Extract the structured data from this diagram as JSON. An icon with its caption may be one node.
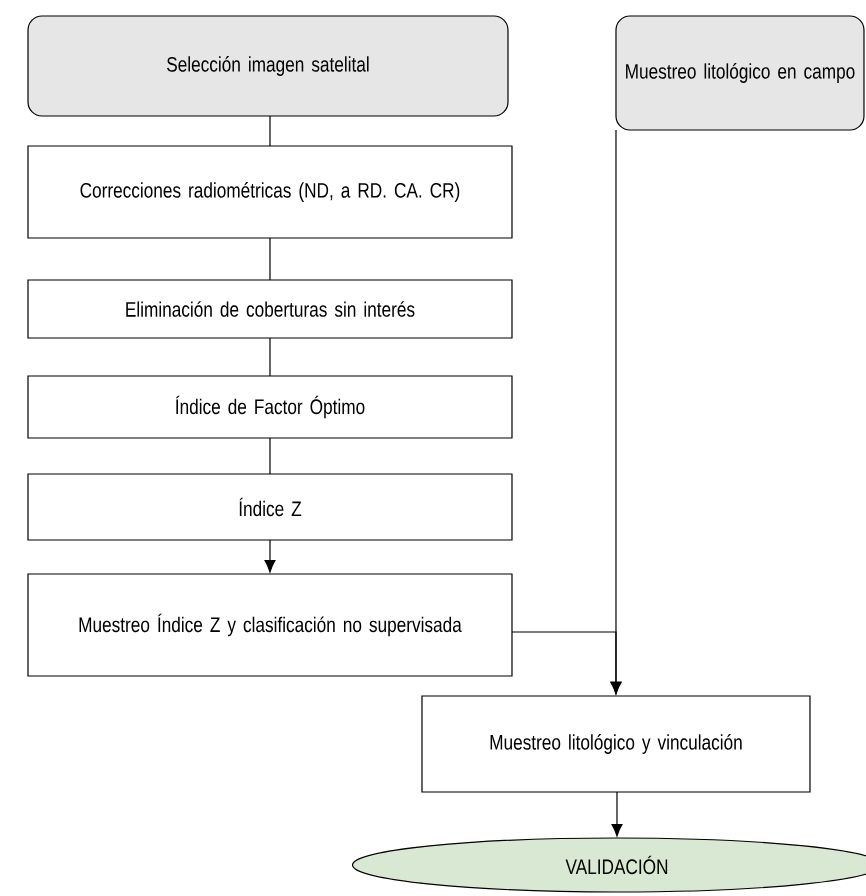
{
  "diagram": {
    "nodes": [
      {
        "text": [
          "Selección imagen satelital"
        ]
      },
      {
        "text": [
          "Muestreo litológico en campo"
        ]
      },
      {
        "text": [
          "Correcciones radiométricas (ND, a RD. CA. CR)"
        ]
      },
      {
        "text": [
          "Eliminación de coberturas sin interés"
        ]
      },
      {
        "text": [
          "Índice de Factor Óptimo"
        ]
      },
      {
        "text": [
          "Índice Z"
        ]
      },
      {
        "text": [
          "Muestreo Índice Z y clasificación no supervisada"
        ]
      },
      {
        "text": [
          "Muestreo litológico y vinculación"
        ]
      },
      {
        "text": [
          "VALIDACIÓN"
        ]
      }
    ],
    "edges": [
      {
        "from": 0,
        "to": 2,
        "arrow": "none"
      },
      {
        "from": 2,
        "to": 3,
        "arrow": "none"
      },
      {
        "from": 3,
        "to": 4,
        "arrow": "none"
      },
      {
        "from": 4,
        "to": 5,
        "arrow": "none"
      },
      {
        "from": 5,
        "to": 6,
        "arrow": "to"
      },
      {
        "from": 6,
        "to": 7,
        "arrow": "to"
      },
      {
        "from": 1,
        "to": 7,
        "arrow": "to"
      },
      {
        "from": 7,
        "to": 8,
        "arrow": "to"
      }
    ]
  }
}
